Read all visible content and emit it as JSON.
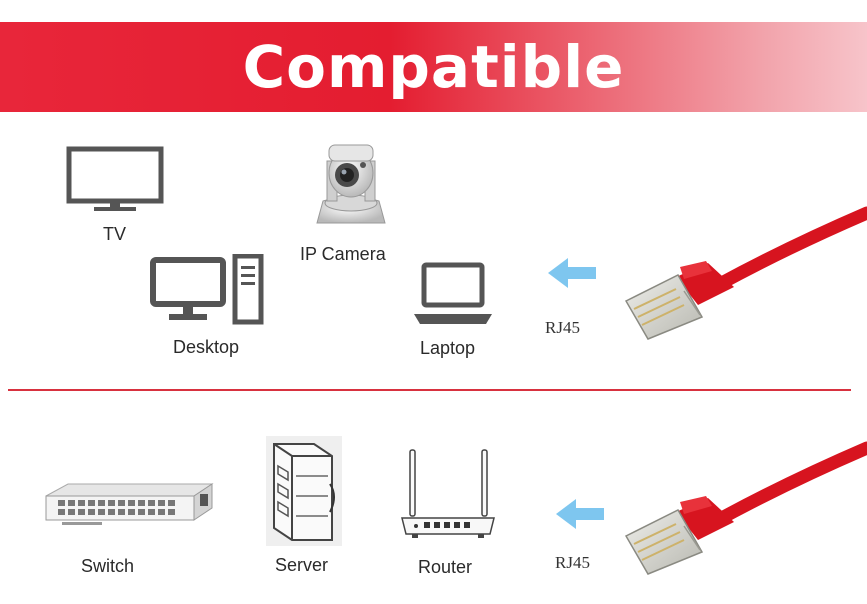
{
  "banner": {
    "title": "Compatible"
  },
  "top_section": {
    "devices": [
      {
        "label": "TV",
        "icon": "tv-icon"
      },
      {
        "label": "IP Camera",
        "icon": "ip-camera-icon"
      },
      {
        "label": "Desktop",
        "icon": "desktop-icon"
      },
      {
        "label": "Laptop",
        "icon": "laptop-icon"
      }
    ],
    "connector_label": "RJ45"
  },
  "bottom_section": {
    "devices": [
      {
        "label": "Switch",
        "icon": "switch-icon"
      },
      {
        "label": "Server",
        "icon": "server-icon"
      },
      {
        "label": "Router",
        "icon": "router-icon"
      }
    ],
    "connector_label": "RJ45"
  },
  "colors": {
    "banner_red": "#e41d30",
    "cable_red": "#d7141f",
    "arrow_blue": "#7ec6ef",
    "icon_gray": "#555555"
  }
}
